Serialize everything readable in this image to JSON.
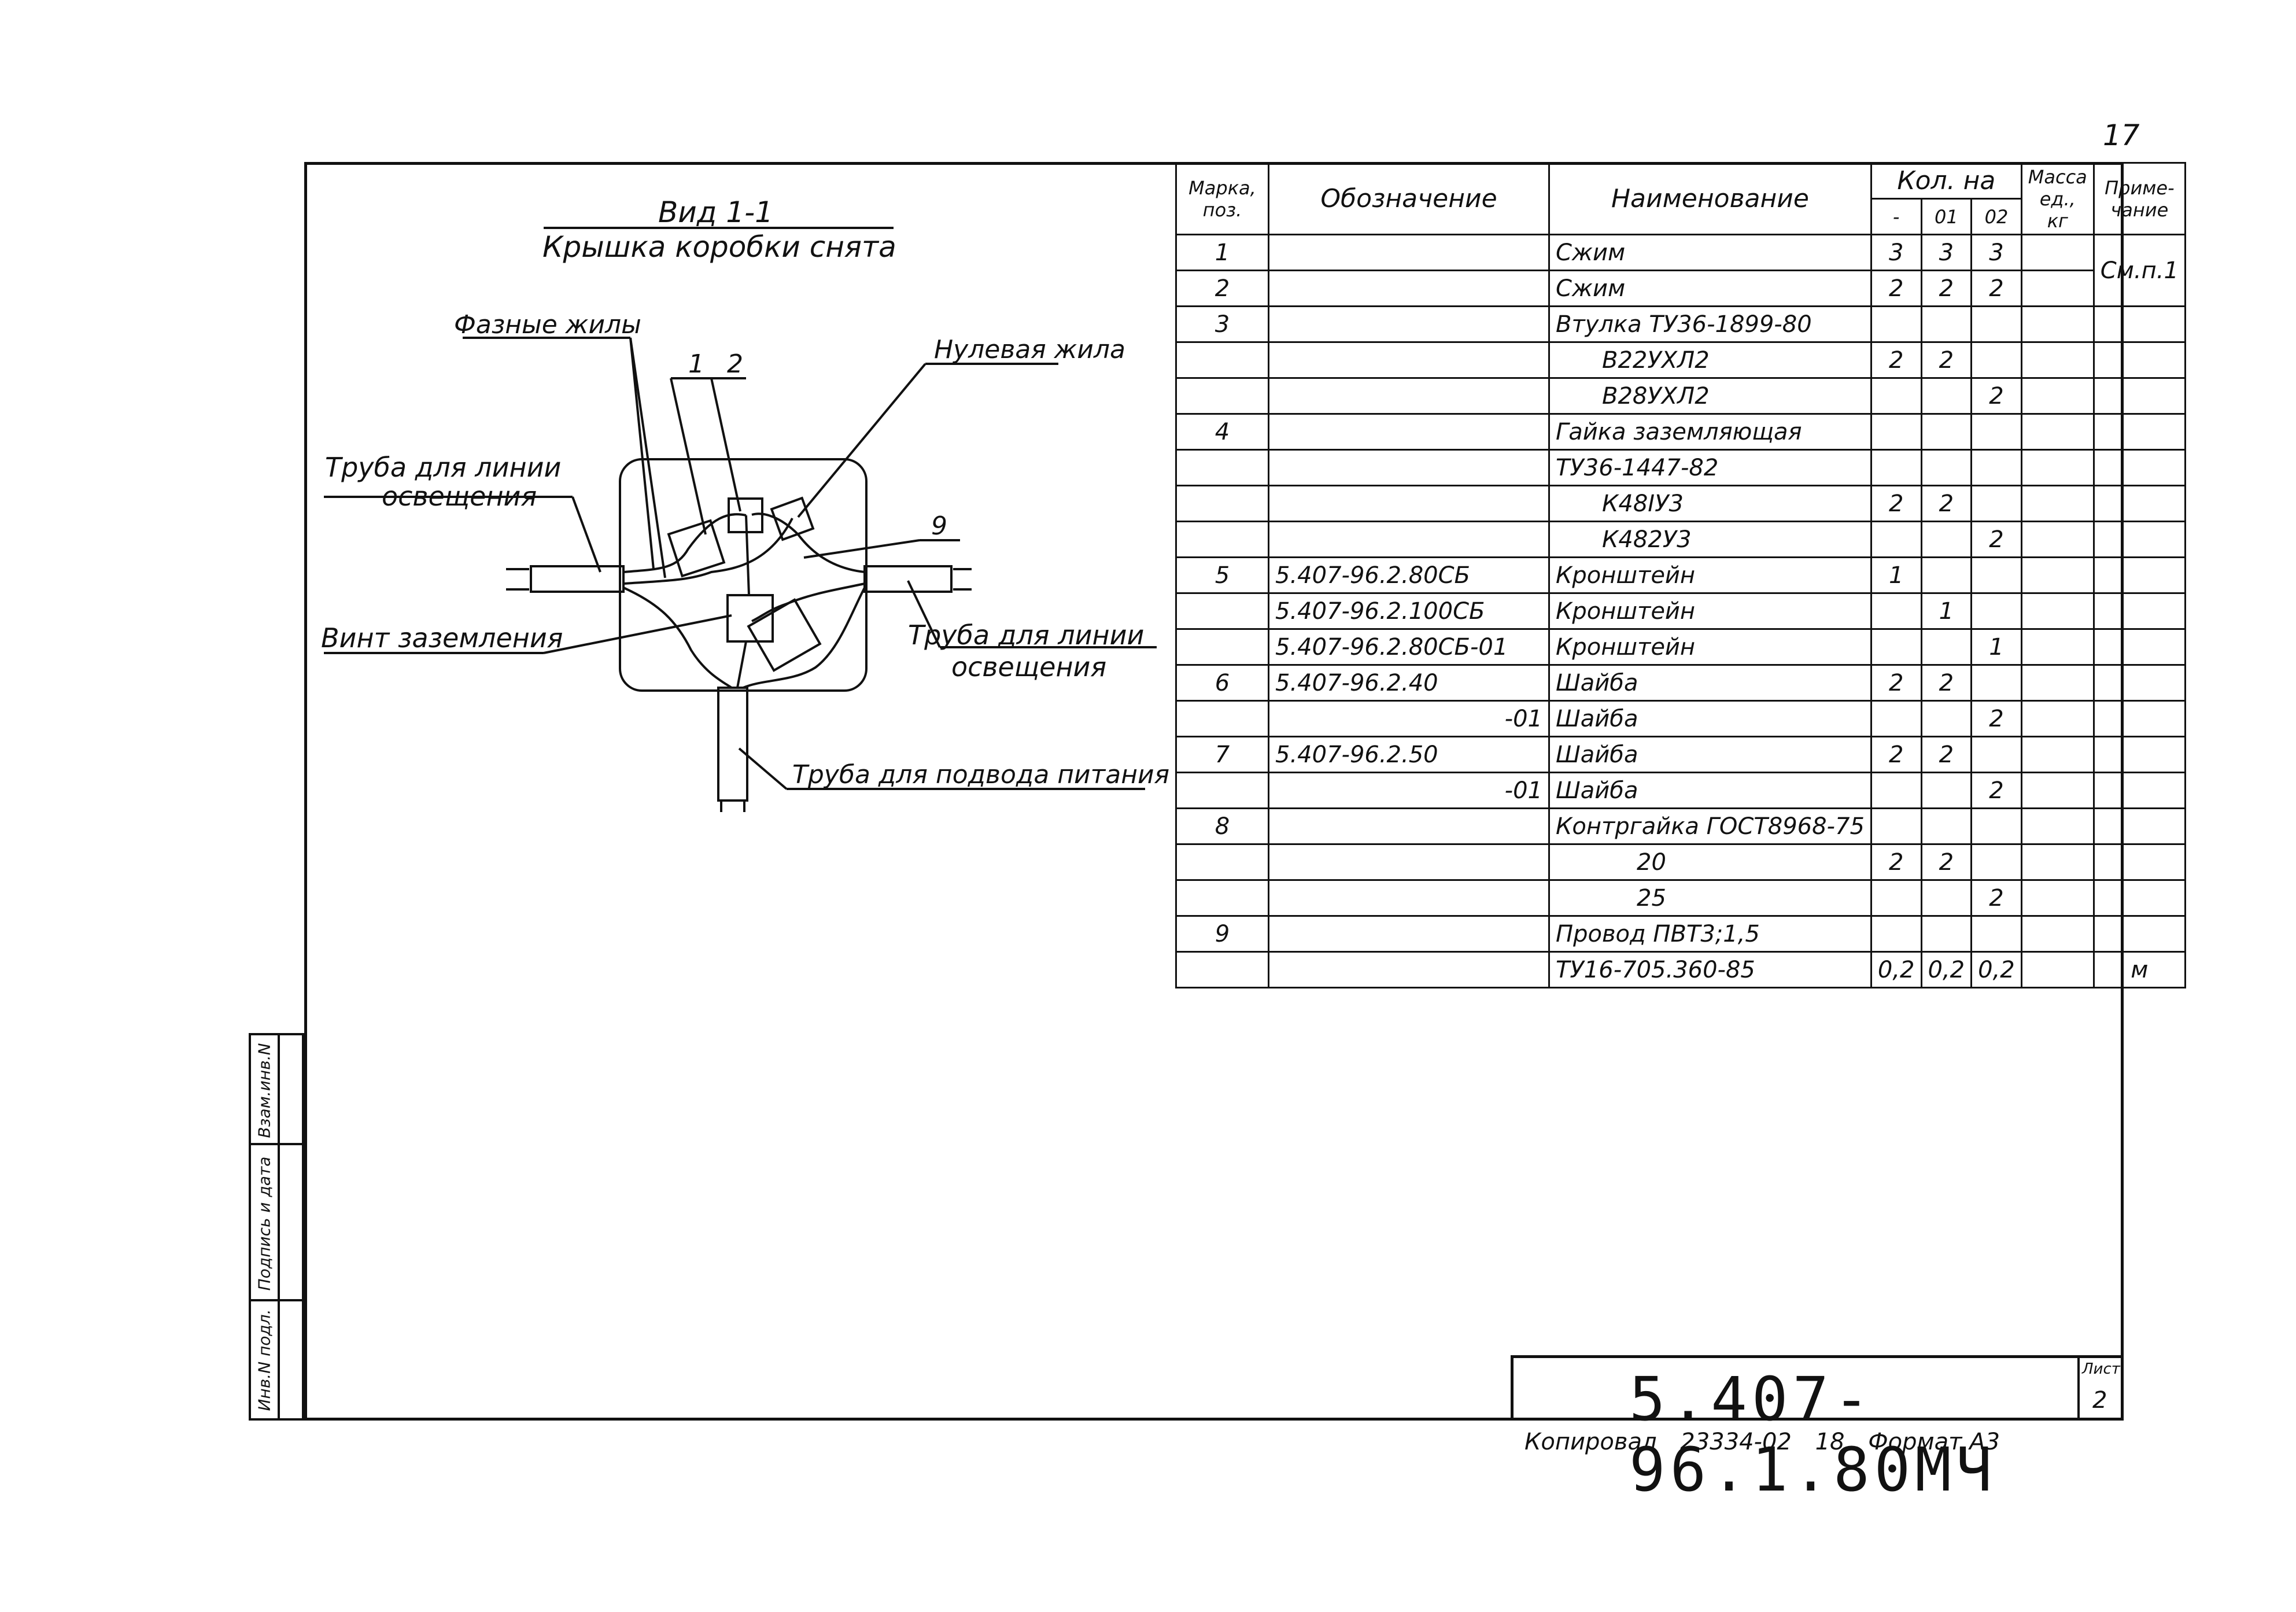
{
  "sheet_number": "17",
  "drawing": {
    "view_title": "Вид 1-1",
    "view_subtitle": "Крышка коробки снята",
    "labels": {
      "phase_wires": "Фазные жилы",
      "neutral_wire": "Нулевая жила",
      "pos1": "1",
      "pos2": "2",
      "pos9": "9",
      "pipe_lighting_left_1": "Труба для линии",
      "pipe_lighting_left_2": "освещения",
      "ground_screw": "Винт заземления",
      "pipe_lighting_right_1": "Труба для линии",
      "pipe_lighting_right_2": "освещения",
      "pipe_power": "Труба для подвода питания"
    }
  },
  "spec_table": {
    "headers": {
      "mark": "Марка, поз.",
      "designation": "Обозначение",
      "name": "Наименование",
      "qty": "Кол. на",
      "qty_dash": "-",
      "qty_01": "01",
      "qty_02": "02",
      "mass": "Масса ед., кг",
      "note": "Приме- чание"
    },
    "note_see": "См.п.1",
    "rows": [
      {
        "mark": "1",
        "designation": "",
        "name": "Сжим",
        "q0": "3",
        "q1": "3",
        "q2": "3",
        "mass": "",
        "note": ""
      },
      {
        "mark": "2",
        "designation": "",
        "name": "Сжим",
        "q0": "2",
        "q1": "2",
        "q2": "2",
        "mass": "",
        "note": ""
      },
      {
        "mark": "3",
        "designation": "",
        "name": "Втулка ТУ36-1899-80",
        "q0": "",
        "q1": "",
        "q2": "",
        "mass": "",
        "note": ""
      },
      {
        "mark": "",
        "designation": "",
        "name": "В22УХЛ2",
        "q0": "2",
        "q1": "2",
        "q2": "",
        "mass": "",
        "note": ""
      },
      {
        "mark": "",
        "designation": "",
        "name": "В28УХЛ2",
        "q0": "",
        "q1": "",
        "q2": "2",
        "mass": "",
        "note": ""
      },
      {
        "mark": "4",
        "designation": "",
        "name": "Гайка заземляющая",
        "q0": "",
        "q1": "",
        "q2": "",
        "mass": "",
        "note": ""
      },
      {
        "mark": "",
        "designation": "",
        "name": "ТУ36-1447-82",
        "q0": "",
        "q1": "",
        "q2": "",
        "mass": "",
        "note": ""
      },
      {
        "mark": "",
        "designation": "",
        "name": "К48ІУ3",
        "q0": "2",
        "q1": "2",
        "q2": "",
        "mass": "",
        "note": ""
      },
      {
        "mark": "",
        "designation": "",
        "name": "К482У3",
        "q0": "",
        "q1": "",
        "q2": "2",
        "mass": "",
        "note": ""
      },
      {
        "mark": "5",
        "designation": "5.407-96.2.80СБ",
        "name": "Кронштейн",
        "q0": "1",
        "q1": "",
        "q2": "",
        "mass": "",
        "note": ""
      },
      {
        "mark": "",
        "designation": "5.407-96.2.100СБ",
        "name": "Кронштейн",
        "q0": "",
        "q1": "1",
        "q2": "",
        "mass": "",
        "note": ""
      },
      {
        "mark": "",
        "designation": "5.407-96.2.80СБ-01",
        "name": "Кронштейн",
        "q0": "",
        "q1": "",
        "q2": "1",
        "mass": "",
        "note": ""
      },
      {
        "mark": "6",
        "designation": "5.407-96.2.40",
        "name": "Шайба",
        "q0": "2",
        "q1": "2",
        "q2": "",
        "mass": "",
        "note": ""
      },
      {
        "mark": "",
        "designation": "-01",
        "name": "Шайба",
        "q0": "",
        "q1": "",
        "q2": "2",
        "mass": "",
        "note": ""
      },
      {
        "mark": "7",
        "designation": "5.407-96.2.50",
        "name": "Шайба",
        "q0": "2",
        "q1": "2",
        "q2": "",
        "mass": "",
        "note": ""
      },
      {
        "mark": "",
        "designation": "-01",
        "name": "Шайба",
        "q0": "",
        "q1": "",
        "q2": "2",
        "mass": "",
        "note": ""
      },
      {
        "mark": "8",
        "designation": "",
        "name": "Контргайка ГОСТ8968-75",
        "q0": "",
        "q1": "",
        "q2": "",
        "mass": "",
        "note": ""
      },
      {
        "mark": "",
        "designation": "",
        "name": "20",
        "q0": "2",
        "q1": "2",
        "q2": "",
        "mass": "",
        "note": ""
      },
      {
        "mark": "",
        "designation": "",
        "name": "25",
        "q0": "",
        "q1": "",
        "q2": "2",
        "mass": "",
        "note": ""
      },
      {
        "mark": "9",
        "designation": "",
        "name": "Провод ПВТ3;1,5",
        "q0": "",
        "q1": "",
        "q2": "",
        "mass": "",
        "note": ""
      },
      {
        "mark": "",
        "designation": "",
        "name": "ТУ16-705.360-85",
        "q0": "0,2",
        "q1": "0,2",
        "q2": "0,2",
        "mass": "",
        "note": "м"
      }
    ]
  },
  "side_strip": {
    "inv_orig": "Инв.N подл.",
    "sign_date": "Подпись и дата",
    "replace_inv": "Взам.инв.N"
  },
  "title_block": {
    "code": "5.407-96.1.80МЧ",
    "sheet_label": "Лист",
    "sheet_value": "2"
  },
  "footer": {
    "copied": "Копировал",
    "order": "23334-02",
    "num": "18",
    "format": "Формат А3"
  }
}
